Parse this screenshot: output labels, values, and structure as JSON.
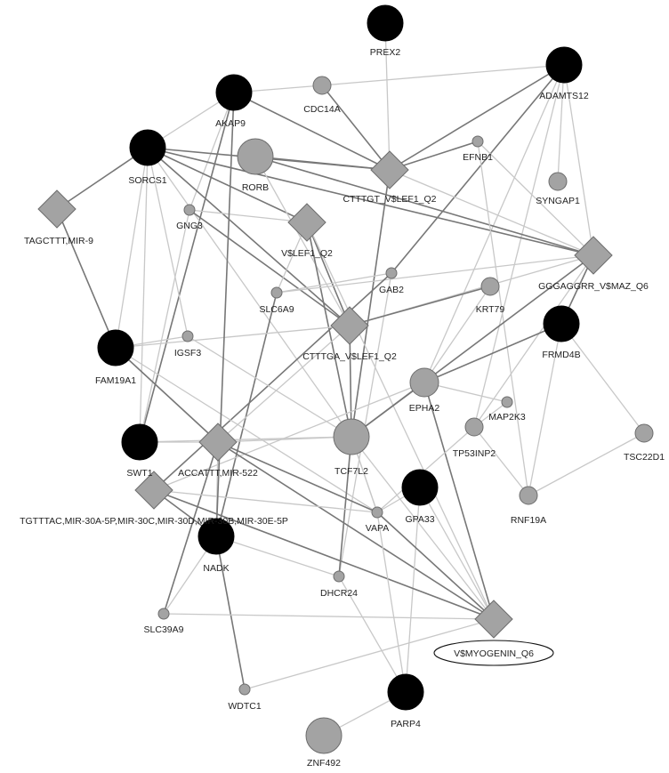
{
  "colors": {
    "edge_dark": "#777777",
    "edge_light": "#c8c8c8",
    "node_black": "#000000",
    "node_gray": "#a3a3a3",
    "node_stroke": "#6d6d6d",
    "label": "#222222"
  },
  "nodes": [
    {
      "id": "PREX2",
      "label": "PREX2",
      "kind": "circle",
      "color": "black",
      "size": "large"
    },
    {
      "id": "ADAMTS12",
      "label": "ADAMTS12",
      "kind": "circle",
      "color": "black",
      "size": "large"
    },
    {
      "id": "AKAP9",
      "label": "AKAP9",
      "kind": "circle",
      "color": "black",
      "size": "large"
    },
    {
      "id": "CDC14A",
      "label": "CDC14A",
      "kind": "circle",
      "color": "gray",
      "size": "small"
    },
    {
      "id": "SORCS1",
      "label": "SORCS1",
      "kind": "circle",
      "color": "black",
      "size": "large"
    },
    {
      "id": "RORB",
      "label": "RORB",
      "kind": "circle",
      "color": "gray",
      "size": "large"
    },
    {
      "id": "CTTTGT_VSLEF1_Q2",
      "label": "CTTTGT_V$LEF1_Q2",
      "kind": "diamond",
      "color": "gray",
      "size": "large"
    },
    {
      "id": "EFNB1",
      "label": "EFNB1",
      "kind": "circle",
      "color": "gray",
      "size": "tiny"
    },
    {
      "id": "SYNGAP1",
      "label": "SYNGAP1",
      "kind": "circle",
      "color": "gray",
      "size": "small"
    },
    {
      "id": "TAGCTTT_MIR9",
      "label": "TAGCTTT,MIR-9",
      "kind": "diamond",
      "color": "gray",
      "size": "large"
    },
    {
      "id": "GNG3",
      "label": "GNG3",
      "kind": "circle",
      "color": "gray",
      "size": "tiny"
    },
    {
      "id": "VSLEF1_Q2",
      "label": "V$LEF1_Q2",
      "kind": "diamond",
      "color": "gray",
      "size": "large"
    },
    {
      "id": "GGGAGGRR_VSMAZ_Q6",
      "label": "GGGAGGRR_V$MAZ_Q6",
      "kind": "diamond",
      "color": "gray",
      "size": "large"
    },
    {
      "id": "GAB2",
      "label": "GAB2",
      "kind": "circle",
      "color": "gray",
      "size": "tiny"
    },
    {
      "id": "SLC6A9",
      "label": "SLC6A9",
      "kind": "circle",
      "color": "gray",
      "size": "tiny"
    },
    {
      "id": "KRT79",
      "label": "KRT79",
      "kind": "circle",
      "color": "gray",
      "size": "small"
    },
    {
      "id": "CTTTGA_VSLEF1_Q2",
      "label": "CTTTGA_V$LEF1_Q2",
      "kind": "diamond",
      "color": "gray",
      "size": "large"
    },
    {
      "id": "FRMD4B",
      "label": "FRMD4B",
      "kind": "circle",
      "color": "black",
      "size": "large"
    },
    {
      "id": "IGSF3",
      "label": "IGSF3",
      "kind": "circle",
      "color": "gray",
      "size": "tiny"
    },
    {
      "id": "FAM19A1",
      "label": "FAM19A1",
      "kind": "circle",
      "color": "black",
      "size": "large"
    },
    {
      "id": "EPHA2",
      "label": "EPHA2",
      "kind": "circle",
      "color": "gray",
      "size": "medium"
    },
    {
      "id": "MAP2K3",
      "label": "MAP2K3",
      "kind": "circle",
      "color": "gray",
      "size": "tiny"
    },
    {
      "id": "TP53INP2",
      "label": "TP53INP2",
      "kind": "circle",
      "color": "gray",
      "size": "small"
    },
    {
      "id": "TSC22D1",
      "label": "TSC22D1",
      "kind": "circle",
      "color": "gray",
      "size": "small"
    },
    {
      "id": "TCF7L2",
      "label": "TCF7L2",
      "kind": "circle",
      "color": "gray",
      "size": "large"
    },
    {
      "id": "SWT1",
      "label": "SWT1",
      "kind": "circle",
      "color": "black",
      "size": "large"
    },
    {
      "id": "ACCATTT_MIR522",
      "label": "ACCATTT,MIR-522",
      "kind": "diamond",
      "color": "gray",
      "size": "large"
    },
    {
      "id": "GPA33",
      "label": "GPA33",
      "kind": "circle",
      "color": "black",
      "size": "large"
    },
    {
      "id": "RNF19A",
      "label": "RNF19A",
      "kind": "circle",
      "color": "gray",
      "size": "small"
    },
    {
      "id": "TGTTTAC_MIR30",
      "label": "TGTTTAC,MIR-30A-5P,MIR-30C,MIR-30D,MIR-30B,MIR-30E-5P",
      "kind": "diamond",
      "color": "gray",
      "size": "large"
    },
    {
      "id": "VAPA",
      "label": "VAPA",
      "kind": "circle",
      "color": "gray",
      "size": "tiny"
    },
    {
      "id": "NADK",
      "label": "NADK",
      "kind": "circle",
      "color": "black",
      "size": "large"
    },
    {
      "id": "DHCR24",
      "label": "DHCR24",
      "kind": "circle",
      "color": "gray",
      "size": "tiny"
    },
    {
      "id": "SLC39A9",
      "label": "SLC39A9",
      "kind": "circle",
      "color": "gray",
      "size": "tiny"
    },
    {
      "id": "VSMYOGENIN_Q6",
      "label": "V$MYOGENIN_Q6",
      "kind": "diamond",
      "color": "gray",
      "size": "large",
      "highlighted": true
    },
    {
      "id": "WDTC1",
      "label": "WDTC1",
      "kind": "circle",
      "color": "gray",
      "size": "tiny"
    },
    {
      "id": "PARP4",
      "label": "PARP4",
      "kind": "circle",
      "color": "black",
      "size": "large"
    },
    {
      "id": "ZNF492",
      "label": "ZNF492",
      "kind": "circle",
      "color": "gray",
      "size": "large"
    }
  ],
  "edges": [
    [
      "AKAP9",
      "CDC14A",
      "light"
    ],
    [
      "CDC14A",
      "ADAMTS12",
      "light"
    ],
    [
      "PREX2",
      "CTTTGT_VSLEF1_Q2",
      "light"
    ],
    [
      "ADAMTS12",
      "CTTTGT_VSLEF1_Q2",
      "dark"
    ],
    [
      "ADAMTS12",
      "SYNGAP1",
      "light"
    ],
    [
      "ADAMTS12",
      "GGGAGGRR_VSMAZ_Q6",
      "light"
    ],
    [
      "ADAMTS12",
      "GAB2",
      "dark"
    ],
    [
      "ADAMTS12",
      "EPHA2",
      "light"
    ],
    [
      "ADAMTS12",
      "TP53INP2",
      "light"
    ],
    [
      "CDC14A",
      "CTTTGT_VSLEF1_Q2",
      "dark"
    ],
    [
      "AKAP9",
      "SORCS1",
      "light"
    ],
    [
      "AKAP9",
      "CTTTGT_VSLEF1_Q2",
      "dark"
    ],
    [
      "AKAP9",
      "SWT1",
      "dark"
    ],
    [
      "AKAP9",
      "GNG3",
      "light"
    ],
    [
      "SORCS1",
      "TAGCTTT_MIR9",
      "dark"
    ],
    [
      "SORCS1",
      "CTTTGT_VSLEF1_Q2",
      "dark"
    ],
    [
      "SORCS1",
      "VSLEF1_Q2",
      "dark"
    ],
    [
      "SORCS1",
      "CTTTGA_VSLEF1_Q2",
      "dark"
    ],
    [
      "SORCS1",
      "GGGAGGRR_VSMAZ_Q6",
      "dark"
    ],
    [
      "SORCS1",
      "FAM19A1",
      "light"
    ],
    [
      "SORCS1",
      "IGSF3",
      "light"
    ],
    [
      "SORCS1",
      "SWT1",
      "light"
    ],
    [
      "SORCS1",
      "TCF7L2",
      "light"
    ],
    [
      "RORB",
      "CTTTGT_VSLEF1_Q2",
      "dark"
    ],
    [
      "RORB",
      "CTTTGA_VSLEF1_Q2",
      "light"
    ],
    [
      "RORB",
      "GGGAGGRR_VSMAZ_Q6",
      "dark"
    ],
    [
      "CTTTGT_VSLEF1_Q2",
      "EFNB1",
      "dark"
    ],
    [
      "CTTTGT_VSLEF1_Q2",
      "TCF7L2",
      "dark"
    ],
    [
      "CTTTGT_VSLEF1_Q2",
      "GGGAGGRR_VSMAZ_Q6",
      "light"
    ],
    [
      "EFNB1",
      "GGGAGGRR_VSMAZ_Q6",
      "light"
    ],
    [
      "EFNB1",
      "RNF19A",
      "light"
    ],
    [
      "TAGCTTT_MIR9",
      "FAM19A1",
      "dark"
    ],
    [
      "GNG3",
      "CTTTGA_VSLEF1_Q2",
      "dark"
    ],
    [
      "GNG3",
      "SWT1",
      "light"
    ],
    [
      "GNG3",
      "VSLEF1_Q2",
      "light"
    ],
    [
      "VSLEF1_Q2",
      "TCF7L2",
      "dark"
    ],
    [
      "VSLEF1_Q2",
      "SLC6A9",
      "light"
    ],
    [
      "VSLEF1_Q2",
      "CTTTGA_VSLEF1_Q2",
      "dark"
    ],
    [
      "VSLEF1_Q2",
      "VSMYOGENIN_Q6",
      "light"
    ],
    [
      "GGGAGGRR_VSMAZ_Q6",
      "SLC6A9",
      "light"
    ],
    [
      "GGGAGGRR_VSMAZ_Q6",
      "TCF7L2",
      "dark"
    ],
    [
      "GGGAGGRR_VSMAZ_Q6",
      "FRMD4B",
      "dark"
    ],
    [
      "GGGAGGRR_VSMAZ_Q6",
      "TP53INP2",
      "light"
    ],
    [
      "GGGAGGRR_VSMAZ_Q6",
      "CTTTGA_VSLEF1_Q2",
      "light"
    ],
    [
      "GAB2",
      "SLC6A9",
      "light"
    ],
    [
      "GAB2",
      "TGTTTAC_MIR30",
      "dark"
    ],
    [
      "GAB2",
      "DHCR24",
      "light"
    ],
    [
      "SLC6A9",
      "NADK",
      "dark"
    ],
    [
      "KRT79",
      "CTTTGA_VSLEF1_Q2",
      "dark"
    ],
    [
      "KRT79",
      "EPHA2",
      "light"
    ],
    [
      "CTTTGA_VSLEF1_Q2",
      "TCF7L2",
      "dark"
    ],
    [
      "CTTTGA_VSLEF1_Q2",
      "ACCATTT_MIR522",
      "light"
    ],
    [
      "CTTTGA_VSLEF1_Q2",
      "FAM19A1",
      "light"
    ],
    [
      "FRMD4B",
      "EPHA2",
      "dark"
    ],
    [
      "FRMD4B",
      "TSC22D1",
      "light"
    ],
    [
      "FRMD4B",
      "RNF19A",
      "light"
    ],
    [
      "IGSF3",
      "FAM19A1",
      "light"
    ],
    [
      "IGSF3",
      "TCF7L2",
      "light"
    ],
    [
      "FAM19A1",
      "ACCATTT_MIR522",
      "dark"
    ],
    [
      "FAM19A1",
      "VAPA",
      "light"
    ],
    [
      "EPHA2",
      "TCF7L2",
      "dark"
    ],
    [
      "EPHA2",
      "MAP2K3",
      "light"
    ],
    [
      "EPHA2",
      "VSMYOGENIN_Q6",
      "dark"
    ],
    [
      "EPHA2",
      "TGTTTAC_MIR30",
      "light"
    ],
    [
      "MAP2K3",
      "TP53INP2",
      "light"
    ],
    [
      "TP53INP2",
      "RNF19A",
      "light"
    ],
    [
      "TP53INP2",
      "VAPA",
      "light"
    ],
    [
      "TSC22D1",
      "RNF19A",
      "light"
    ],
    [
      "TCF7L2",
      "SWT1",
      "light"
    ],
    [
      "TCF7L2",
      "VAPA",
      "light"
    ],
    [
      "TCF7L2",
      "DHCR24",
      "dark"
    ],
    [
      "TCF7L2",
      "VSMYOGENIN_Q6",
      "light"
    ],
    [
      "SWT1",
      "ACCATTT_MIR522",
      "light"
    ],
    [
      "ACCATTT_MIR522",
      "TCF7L2",
      "light"
    ],
    [
      "ACCATTT_MIR522",
      "VAPA",
      "dark"
    ],
    [
      "ACCATTT_MIR522",
      "VSMYOGENIN_Q6",
      "dark"
    ],
    [
      "ACCATTT_MIR522",
      "NADK",
      "light"
    ],
    [
      "ACCATTT_MIR522",
      "SLC39A9",
      "dark"
    ],
    [
      "GPA33",
      "VAPA",
      "light"
    ],
    [
      "GPA33",
      "PARP4",
      "light"
    ],
    [
      "GPA33",
      "VSMYOGENIN_Q6",
      "light"
    ],
    [
      "TGTTTAC_MIR30",
      "VAPA",
      "light"
    ],
    [
      "TGTTTAC_MIR30",
      "NADK",
      "dark"
    ],
    [
      "TGTTTAC_MIR30",
      "VSMYOGENIN_Q6",
      "dark"
    ],
    [
      "VAPA",
      "PARP4",
      "light"
    ],
    [
      "VAPA",
      "TCF7L2",
      "light"
    ],
    [
      "NADK",
      "DHCR24",
      "light"
    ],
    [
      "NADK",
      "WDTC1",
      "dark"
    ],
    [
      "NADK",
      "SLC39A9",
      "light"
    ],
    [
      "SLC39A9",
      "VSMYOGENIN_Q6",
      "light"
    ],
    [
      "WDTC1",
      "VSMYOGENIN_Q6",
      "light"
    ],
    [
      "PARP4",
      "ZNF492",
      "light"
    ],
    [
      "PARP4",
      "DHCR24",
      "light"
    ],
    [
      "VAPA",
      "VSMYOGENIN_Q6",
      "dark"
    ],
    [
      "AKAP9",
      "NADK",
      "dark"
    ]
  ]
}
